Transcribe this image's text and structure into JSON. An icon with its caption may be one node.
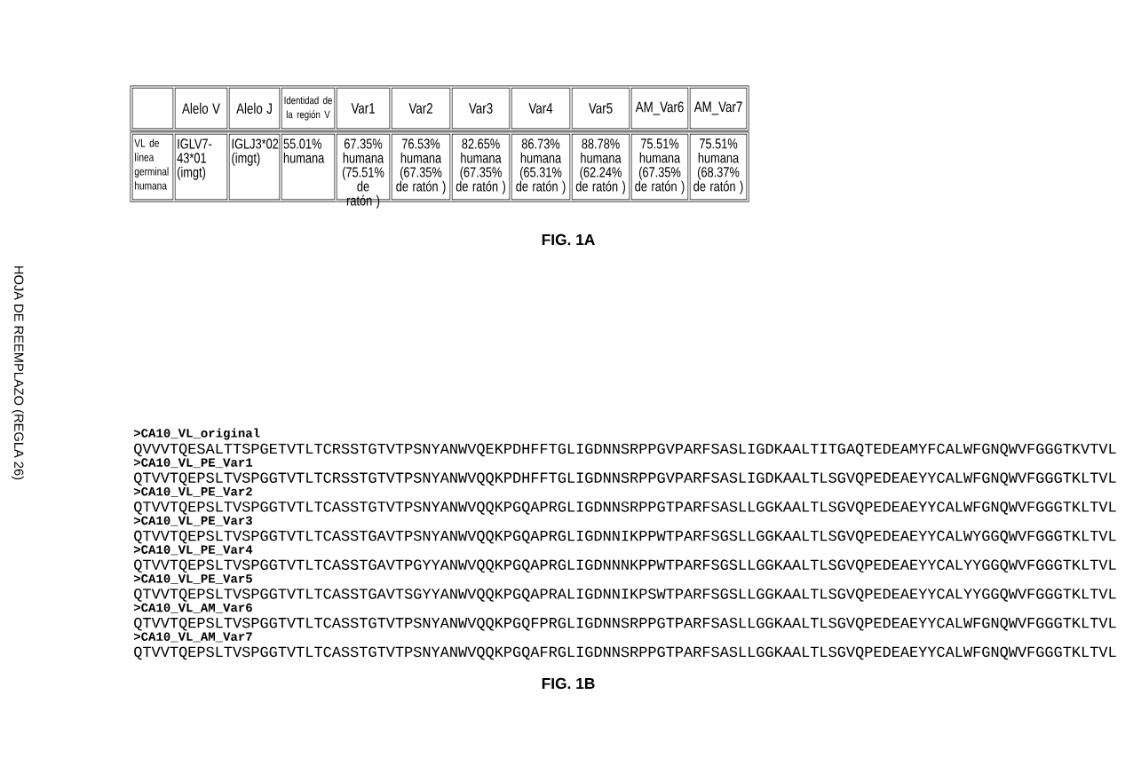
{
  "diagram": {
    "labels": [
      "Alelo V",
      "Alelo J",
      "Identidad de la región V",
      "Var1",
      "Var2",
      "Var3",
      "Var4",
      "Var5",
      "AM_Var6",
      "AM_Var7",
      "VL de línea germinal humana",
      "IGLV7-43*01 (imgt)",
      "IGLJ3*02 (imgt)",
      "55.01% humana",
      "67.35% humana (75.51% de ratón )",
      "76.53% humana (67.35% de ratón )",
      "82.65% humana (67.35% de ratón )",
      "86.73% humana (65.31% de ratón )",
      "88.78% humana (62.24% de ratón )",
      "75.51% humana (67.35% de ratón )",
      "75.51% humana (68.37% de ratón )",
      "FIG. 1A",
      "HOJA DE REEMPLAZO (REGLA 26)",
      ">CA10_VL_original",
      "QVVVTQESALTTSPGETVTLTCRSSTGTVTPSNYANWVQEKPDHFFTGLIGDNNSRPPGVPARFSASLIGDKAALTITGAQTEDEAMYFCALWFGNQWVFGGGTKVTVL",
      ">CA10_VL_PE_Var1",
      "QTVVTQEPSLTVSPGGTVTLTCRSSTGTVTPSNYANWVQQKPDHFFTGLIGDNNSRPPGVPARFSASLIGDKAALTLSGVQPEDEAEYYCALWFGNQWVFGGGTKLTVL",
      ">CA10_VL_PE_Var2",
      "QTVVTQEPSLTVSPGGTVTLTCASSTGTVTPSNYANWVQQKPGQAPRGLIGDNNSRPPGTPARFSASLLGGKAALTLSGVQPEDEAEYYCALWFGNQWVFGGGTKLTVL",
      ">CA10_VL_PE_Var3",
      "QTVVTQEPSLTVSPGGTVTLTCASSTGAVTPSNYANWVQQKPGQAPRGLIGDNNIKPPWTPARFSGSLLGGKAALTLSGVQPEDEAEYYCALWYGGQWVFGGGTKLTVL",
      ">CA10_VL_PE_Var4",
      "QTVVTQEPSLTVSPGGTVTLTCASSTGAVTPGYYANWVQQKPGQAPRGLIGDNNNKPPWTPARFSGSLLGGKAALTLSGVQPEDEAEYYCALYYGGQWVFGGGTKLTVL",
      ">CA10_VL_PE_Var5",
      "QTVVTQEPSLTVSPGGTVTLTCASSTGAVTSGYYANWVQQKPGQAPRALIGDNNIKPSWTPARFSGSLLGGKAALTLSGVQPEDEAEYYCALYYGGQWVFGGGTKLTVL",
      ">CA10_VL_AM_Var6",
      "QTVVTQEPSLTVSPGGTVTLTCASSTGTVTPSNYANWVQQKPGQFPRGLIGDNNSRPPGTPARFSASLLGGKAALTLSGVQPEDEAEYYCALWFGNQWVFGGGTKLTVL",
      ">CA10_VL_AM_Var7",
      "QTVVTQEPSLTVSPGGTVTLTCASSTGTVTPSNYANWVQQKPGQAFRGLIGDNNSRPPGTPARFSASLLGGKAALTLSGVQPEDEAEYYCALWFGNQWVFGGGTKLTVL",
      "FIG. 1B"
    ]
  }
}
